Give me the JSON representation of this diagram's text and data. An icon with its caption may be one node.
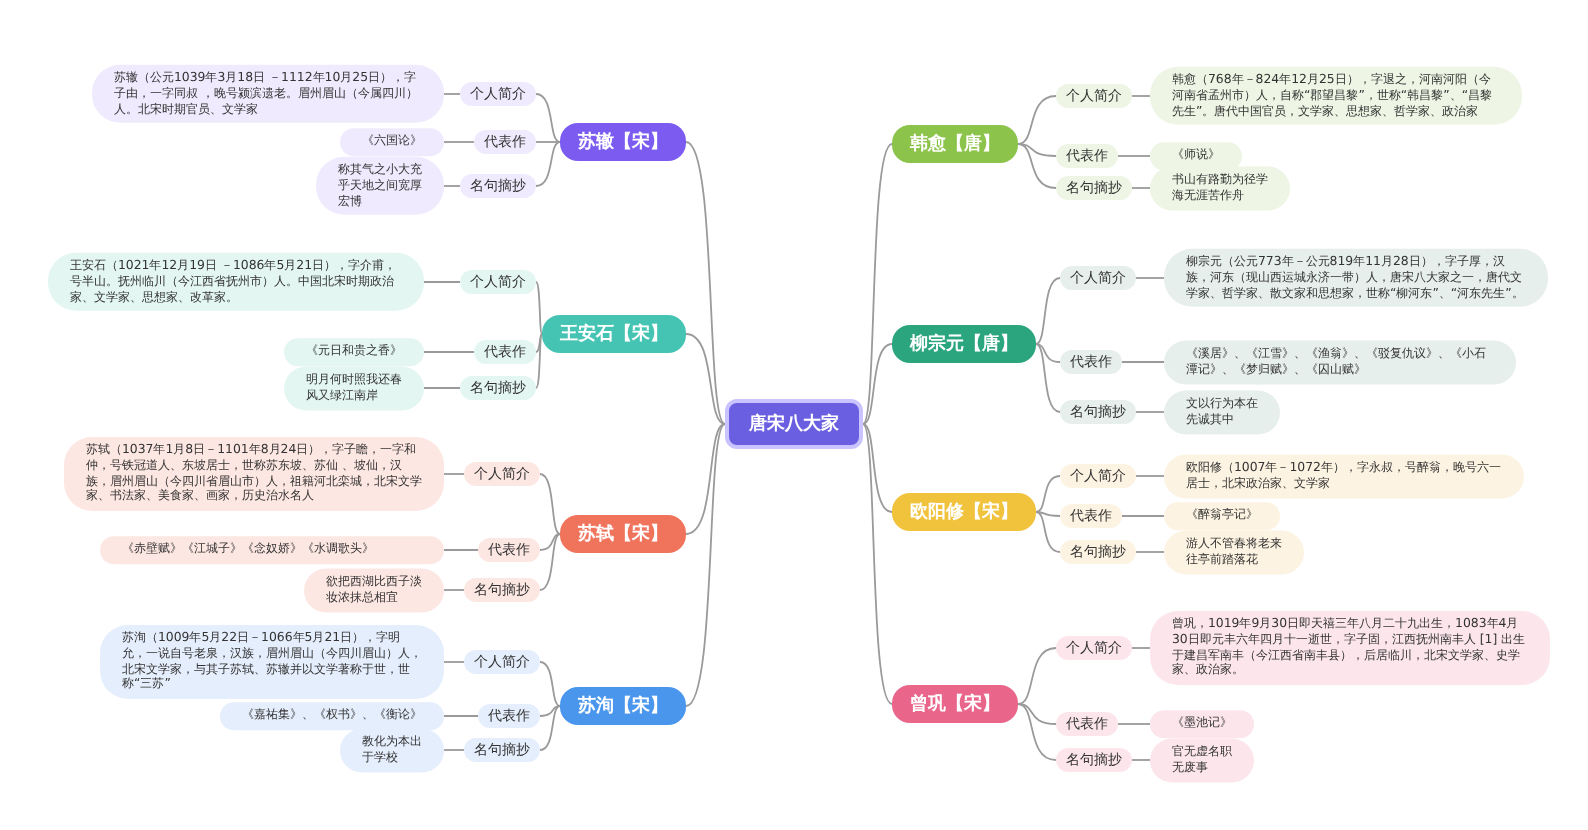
{
  "diagram": {
    "nodes": [
      {
        "text": [
          "唐宋八大家"
        ]
      },
      {
        "text": [
          "苏辙【宋】"
        ]
      },
      {
        "text": [
          "个人简介"
        ]
      },
      {
        "text": [
          "苏辙（公元1039年3月18日 －1112年10月25日），字子由，一字同叔 ，晚号颍滨遗老。眉州眉山（今属四川）人。北宋时期官员、文学家"
        ]
      },
      {
        "text": [
          "代表作"
        ]
      },
      {
        "text": [
          "《六国论》"
        ]
      },
      {
        "text": [
          "名句摘抄"
        ]
      },
      {
        "text": [
          "称其气之小大充乎天地之间宽厚宏博"
        ]
      },
      {
        "text": [
          "王安石【宋】"
        ]
      },
      {
        "text": [
          "个人简介"
        ]
      },
      {
        "text": [
          "王安石（1021年12月19日 －1086年5月21日），字介甫，号半山。抚州临川（今江西省抚州市）人。中国北宋时期政治家、文学家、思想家、改革家。"
        ]
      },
      {
        "text": [
          "代表作"
        ]
      },
      {
        "text": [
          "《元日和贵之香》"
        ]
      },
      {
        "text": [
          "名句摘抄"
        ]
      },
      {
        "text": [
          "明月何时照我还春风又绿江南岸"
        ]
      },
      {
        "text": [
          "苏轼【宋】"
        ]
      },
      {
        "text": [
          "个人简介"
        ]
      },
      {
        "text": [
          "苏轼（1037年1月8日－1101年8月24日），字子瞻，一字和仲，号铁冠道人、东坡居士，世称苏东坡、苏仙 、坡仙，汉族，眉州眉山（今四川省眉山市）人，祖籍河北栾城，北宋文学家、书法家、美食家、画家，历史治水名人"
        ]
      },
      {
        "text": [
          "代表作"
        ]
      },
      {
        "text": [
          "《赤壁赋》《江城子》《念奴娇》《水调歌头》"
        ]
      },
      {
        "text": [
          "名句摘抄"
        ]
      },
      {
        "text": [
          "欲把西湖比西子淡妆浓抹总相宜"
        ]
      },
      {
        "text": [
          "苏洵【宋】"
        ]
      },
      {
        "text": [
          "个人简介"
        ]
      },
      {
        "text": [
          "苏洵（1009年5月22日－1066年5月21日），字明允，一说自号老泉，汉族，眉州眉山（今四川眉山）人，北宋文学家，与其子苏轼、苏辙并以文学著称于世，世称“三苏”"
        ]
      },
      {
        "text": [
          "代表作"
        ]
      },
      {
        "text": [
          "《嘉祐集》、《权书》、《衡论》"
        ]
      },
      {
        "text": [
          "名句摘抄"
        ]
      },
      {
        "text": [
          "教化为本出于学校"
        ]
      },
      {
        "text": [
          "韩愈【唐】"
        ]
      },
      {
        "text": [
          "个人简介"
        ]
      },
      {
        "text": [
          "韩愈（768年－824年12月25日），字退之，河南河阳（今河南省孟州市）人，自称“郡望昌黎”，世称“韩昌黎”、“昌黎先生”。唐代中国官员，文学家、思想家、哲学家、政治家"
        ]
      },
      {
        "text": [
          "代表作"
        ]
      },
      {
        "text": [
          "《师说》"
        ]
      },
      {
        "text": [
          "名句摘抄"
        ]
      },
      {
        "text": [
          "书山有路勤为径学海无涯苦作舟"
        ]
      },
      {
        "text": [
          "柳宗元【唐】"
        ]
      },
      {
        "text": [
          "个人简介"
        ]
      },
      {
        "text": [
          "柳宗元（公元773年－公元819年11月28日），字子厚，汉族，河东（现山西运城永济一带）人，唐宋八大家之一，唐代文学家、哲学家、散文家和思想家，世称“柳河东”、“河东先生”。"
        ]
      },
      {
        "text": [
          "代表作"
        ]
      },
      {
        "text": [
          "《溪居》、《江雪》、《渔翁》、《驳复仇议》、《小石潭记》、《梦归赋》、《囚山赋》"
        ]
      },
      {
        "text": [
          "名句摘抄"
        ]
      },
      {
        "text": [
          "文以行为本在先诚其中"
        ]
      },
      {
        "text": [
          "欧阳修【宋】"
        ]
      },
      {
        "text": [
          "个人简介"
        ]
      },
      {
        "text": [
          "欧阳修（1007年－1072年），字永叔，号醉翁，晚号六一居士，北宋政治家、文学家"
        ]
      },
      {
        "text": [
          "代表作"
        ]
      },
      {
        "text": [
          "《醉翁亭记》"
        ]
      },
      {
        "text": [
          "名句摘抄"
        ]
      },
      {
        "text": [
          "游人不管春将老来往亭前踏落花"
        ]
      },
      {
        "text": [
          "曾巩【宋】"
        ]
      },
      {
        "text": [
          "个人简介"
        ]
      },
      {
        "text": [
          "曾巩，1019年9月30日即天禧三年八月二十九出生，1083年4月30日即元丰六年四月十一逝世，字子固，江西抚州南丰人 [1] 出生于建昌军南丰（今江西省南丰县），后居临川，北宋文学家、史学家、政治家。"
        ]
      },
      {
        "text": [
          "代表作"
        ]
      },
      {
        "text": [
          "《墨池记》"
        ]
      },
      {
        "text": [
          "名句摘抄"
        ]
      },
      {
        "text": [
          "官无虚名职无废事"
        ]
      }
    ],
    "edges": [
      {
        "from": 0,
        "to": 1,
        "arrow": "none"
      },
      {
        "from": 1,
        "to": 2,
        "arrow": "none"
      },
      {
        "from": 2,
        "to": 3,
        "arrow": "none"
      },
      {
        "from": 1,
        "to": 4,
        "arrow": "none"
      },
      {
        "from": 4,
        "to": 5,
        "arrow": "none"
      },
      {
        "from": 1,
        "to": 6,
        "arrow": "none"
      },
      {
        "from": 6,
        "to": 7,
        "arrow": "none"
      },
      {
        "from": 0,
        "to": 8,
        "arrow": "none"
      },
      {
        "from": 8,
        "to": 9,
        "arrow": "none"
      },
      {
        "from": 9,
        "to": 10,
        "arrow": "none"
      },
      {
        "from": 8,
        "to": 11,
        "arrow": "none"
      },
      {
        "from": 11,
        "to": 12,
        "arrow": "none"
      },
      {
        "from": 8,
        "to": 13,
        "arrow": "none"
      },
      {
        "from": 13,
        "to": 14,
        "arrow": "none"
      },
      {
        "from": 0,
        "to": 15,
        "arrow": "none"
      },
      {
        "from": 15,
        "to": 16,
        "arrow": "none"
      },
      {
        "from": 16,
        "to": 17,
        "arrow": "none"
      },
      {
        "from": 15,
        "to": 18,
        "arrow": "none"
      },
      {
        "from": 18,
        "to": 19,
        "arrow": "none"
      },
      {
        "from": 15,
        "to": 20,
        "arrow": "none"
      },
      {
        "from": 20,
        "to": 21,
        "arrow": "none"
      },
      {
        "from": 0,
        "to": 22,
        "arrow": "none"
      },
      {
        "from": 22,
        "to": 23,
        "arrow": "none"
      },
      {
        "from": 23,
        "to": 24,
        "arrow": "none"
      },
      {
        "from": 22,
        "to": 25,
        "arrow": "none"
      },
      {
        "from": 25,
        "to": 26,
        "arrow": "none"
      },
      {
        "from": 22,
        "to": 27,
        "arrow": "none"
      },
      {
        "from": 27,
        "to": 28,
        "arrow": "none"
      },
      {
        "from": 0,
        "to": 29,
        "arrow": "none"
      },
      {
        "from": 29,
        "to": 30,
        "arrow": "none"
      },
      {
        "from": 30,
        "to": 31,
        "arrow": "none"
      },
      {
        "from": 29,
        "to": 32,
        "arrow": "none"
      },
      {
        "from": 32,
        "to": 33,
        "arrow": "none"
      },
      {
        "from": 29,
        "to": 34,
        "arrow": "none"
      },
      {
        "from": 34,
        "to": 35,
        "arrow": "none"
      },
      {
        "from": 0,
        "to": 36,
        "arrow": "none"
      },
      {
        "from": 36,
        "to": 37,
        "arrow": "none"
      },
      {
        "from": 37,
        "to": 38,
        "arrow": "none"
      },
      {
        "from": 36,
        "to": 39,
        "arrow": "none"
      },
      {
        "from": 39,
        "to": 40,
        "arrow": "none"
      },
      {
        "from": 36,
        "to": 41,
        "arrow": "none"
      },
      {
        "from": 41,
        "to": 42,
        "arrow": "none"
      },
      {
        "from": 0,
        "to": 43,
        "arrow": "none"
      },
      {
        "from": 43,
        "to": 44,
        "arrow": "none"
      },
      {
        "from": 44,
        "to": 45,
        "arrow": "none"
      },
      {
        "from": 43,
        "to": 46,
        "arrow": "none"
      },
      {
        "from": 46,
        "to": 47,
        "arrow": "none"
      },
      {
        "from": 43,
        "to": 48,
        "arrow": "none"
      },
      {
        "from": 48,
        "to": 49,
        "arrow": "none"
      },
      {
        "from": 0,
        "to": 50,
        "arrow": "none"
      },
      {
        "from": 50,
        "to": 51,
        "arrow": "none"
      },
      {
        "from": 51,
        "to": 52,
        "arrow": "none"
      },
      {
        "from": 50,
        "to": 53,
        "arrow": "none"
      },
      {
        "from": 53,
        "to": 54,
        "arrow": "none"
      },
      {
        "from": 50,
        "to": 55,
        "arrow": "none"
      },
      {
        "from": 55,
        "to": 56,
        "arrow": "none"
      }
    ]
  }
}
